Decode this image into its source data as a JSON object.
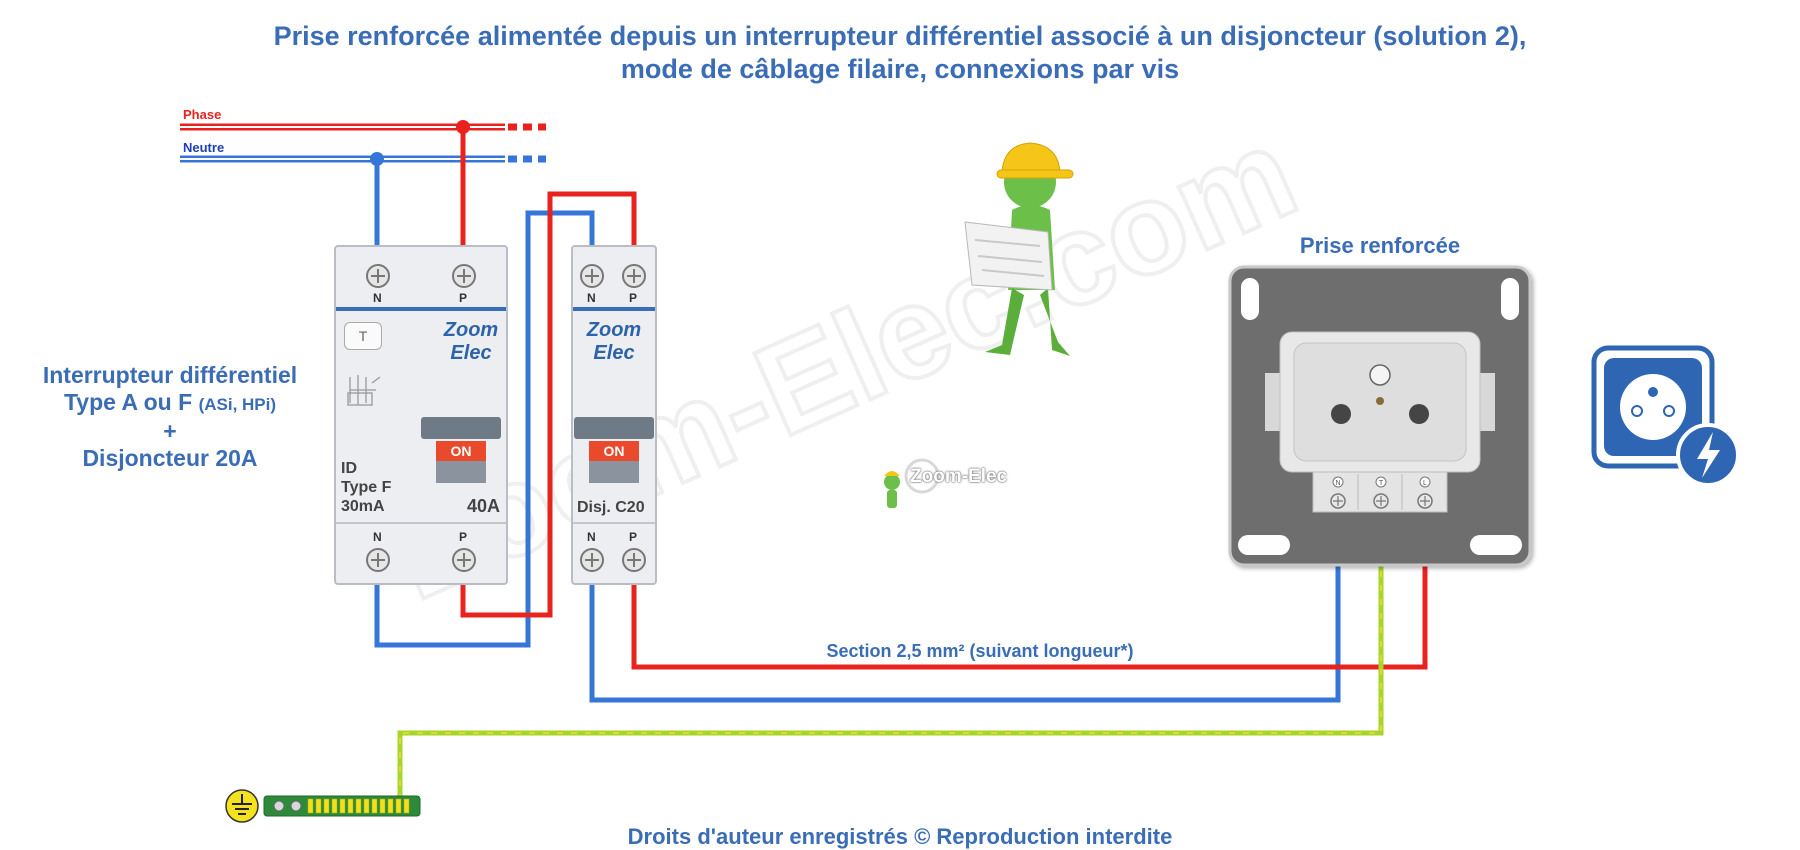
{
  "title": {
    "line1": "Prise renforcée alimentée depuis un interrupteur différentiel associé à un disjoncteur (solution 2),",
    "line2": "mode de câblage filaire, connexions par vis"
  },
  "bus": {
    "phase_label": "Phase",
    "neutre_label": "Neutre"
  },
  "left_label": {
    "line1": "Interrupteur différentiel",
    "line2_main": "Type A ou F",
    "line2_small": "(ASi, HPi)",
    "line3": "+",
    "line4": "Disjoncteur 20A"
  },
  "id_device": {
    "term_top": [
      "N",
      "P"
    ],
    "term_bottom": [
      "N",
      "P"
    ],
    "test_label": "T",
    "brand_line1": "Zoom",
    "brand_line2": "Elec",
    "on_label": "ON",
    "info_line1": "ID",
    "info_line2": "Type F",
    "info_line3": "30mA",
    "rating": "40A"
  },
  "breaker": {
    "term_top": [
      "N",
      "P"
    ],
    "term_bottom": [
      "N",
      "P"
    ],
    "brand_line1": "Zoom",
    "brand_line2": "Elec",
    "on_label": "ON",
    "rating": "Disj. C20"
  },
  "socket": {
    "title": "Prise renforcée",
    "terminals": [
      "N",
      "T",
      "L"
    ]
  },
  "section_label": "Section 2,5 mm² (suivant longueur*)",
  "logo_text": "Zoom-Elec",
  "watermark": "Zoom-Elec.com",
  "footer": "Droits d'auteur enregistrés © Reproduction interdite",
  "colors": {
    "phase": "#e8231f",
    "neutre": "#3576d8",
    "earth": "#a6d62a",
    "title": "#3a6db5",
    "socket_plate": "#6e6e6e"
  }
}
